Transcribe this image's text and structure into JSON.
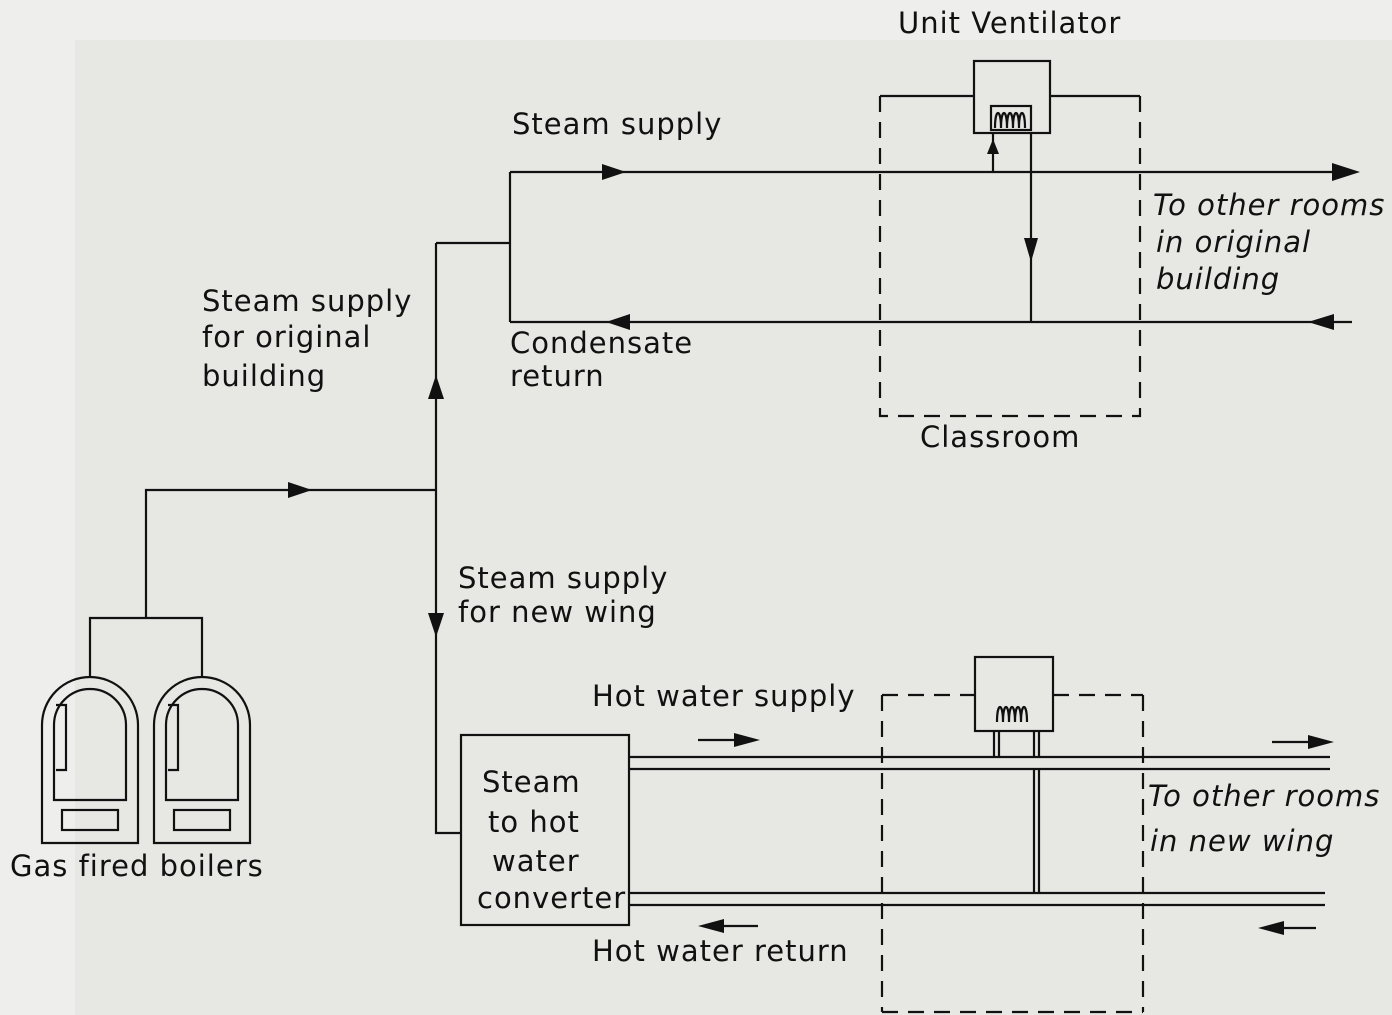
{
  "labels": {
    "unit_ventilator": "Unit Ventilator",
    "steam_supply": "Steam supply",
    "steam_supply_original": [
      "Steam supply",
      "for original",
      "building"
    ],
    "condensate_return": [
      "Condensate",
      "return"
    ],
    "classroom": "Classroom",
    "other_rooms_original": [
      "To other rooms",
      "in original",
      "building"
    ],
    "steam_supply_new_wing": [
      "Steam supply",
      "for new wing"
    ],
    "hot_water_supply": "Hot water supply",
    "converter": [
      "Steam",
      "to hot",
      "water",
      "converter"
    ],
    "other_rooms_new_wing": [
      "To other rooms",
      "in new wing"
    ],
    "hot_water_return": "Hot water return",
    "boilers": "Gas fired boilers"
  }
}
